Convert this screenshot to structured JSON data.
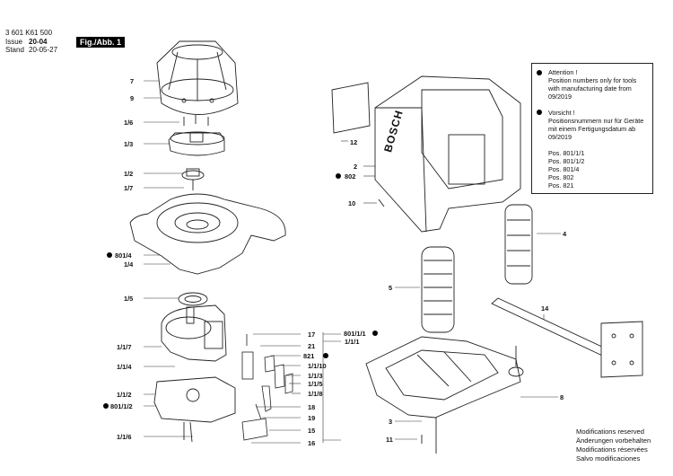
{
  "header": {
    "doc_no": "3 601 K61 500",
    "issue_label": "Issue",
    "issue_value": "20-04",
    "stand_label": "Stand",
    "stand_value": "20-05-27",
    "figure": "Fig./Abb. 1"
  },
  "notice": {
    "attention_title": "Attention !",
    "attention_l1": "Position numbers only for tools",
    "attention_l2": "with manufacturing date from",
    "attention_l3": "09/2019",
    "vorsicht_title": "Vorsicht !",
    "vorsicht_l1": "Positionsnummern nur für Geräte",
    "vorsicht_l2": "mit einem Fertigungsdatum ab",
    "vorsicht_l3": "09/2019",
    "pos_1": "Pos. 801/1/1",
    "pos_2": "Pos. 801/1/2",
    "pos_3": "Pos. 801/4",
    "pos_4": "Pos. 802",
    "pos_5": "Pos. 821"
  },
  "brand_text": "BOSCH",
  "labels": {
    "p7": "7",
    "p9": "9",
    "p1_6a": "1/6",
    "p1_3": "1/3",
    "p1_2": "1/2",
    "p1_7": "1/7",
    "p801_4": "801/4",
    "p1_4": "1/4",
    "p1_5": "1/5",
    "p1_1_7": "1/1/7",
    "p1_1_4": "1/1/4",
    "p1_1_2": "1/1/2",
    "p801_1_2": "801/1/2",
    "p1_1_6": "1/1/6",
    "p17": "17",
    "p21": "21",
    "p821": "821",
    "p1_1_10": "1/1/10",
    "p1_1_3": "1/1/3",
    "p1_1_5": "1/1/5",
    "p1_1_8": "1/1/8",
    "p18": "18",
    "p19": "19",
    "p15": "15",
    "p16": "16",
    "p801_1_1": "801/1/1",
    "p1_1_1": "1/1/1",
    "p12": "12",
    "p2": "2",
    "p802": "802",
    "p10": "10",
    "p4": "4",
    "p5": "5",
    "p14": "14",
    "p8": "8",
    "p3": "3",
    "p11": "11"
  },
  "footer": {
    "l1": "Modifications reserved",
    "l2": "Änderungen vorbehalten",
    "l3": "Modifications réservées",
    "l4": "Salvo modificaciones"
  }
}
